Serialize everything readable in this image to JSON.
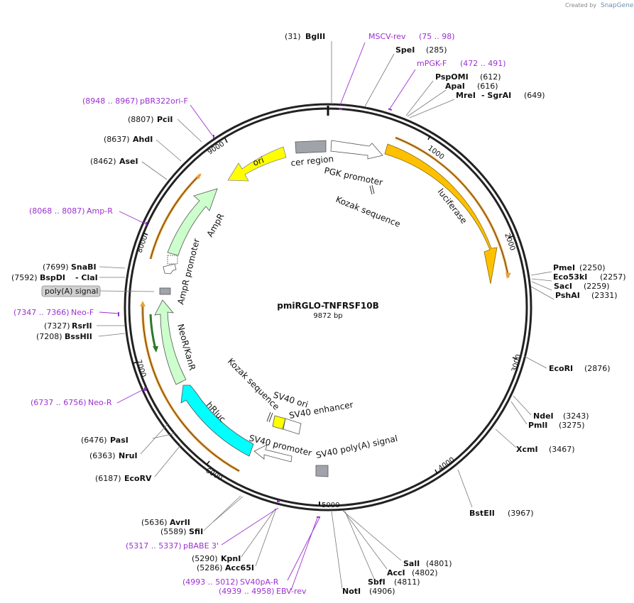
{
  "credit": {
    "created_by": "Created by",
    "brand": "SnapGene"
  },
  "plasmid": {
    "name": "pmiRGLO-TNFRSF10B",
    "length": "9872 bp"
  },
  "ticks": [
    "1000",
    "2000",
    "3000",
    "4000",
    "5000",
    "6000",
    "7000",
    "8000",
    "9000"
  ],
  "sites": [
    {
      "name": "BglII",
      "pos": "(31)"
    },
    {
      "name": "SpeI",
      "pos": "(285)"
    },
    {
      "name": "PspOMI",
      "pos": "(612)"
    },
    {
      "name": "ApaI",
      "pos": "(616)"
    },
    {
      "name": "MreI",
      "pos": ""
    },
    {
      "name": "- SgrAI",
      "pos": "(649)"
    },
    {
      "name": "PmeI",
      "pos": "(2250)"
    },
    {
      "name": "Eco53kI",
      "pos": "(2257)"
    },
    {
      "name": "SacI",
      "pos": "(2259)"
    },
    {
      "name": "PshAI",
      "pos": "(2331)"
    },
    {
      "name": "EcoRI",
      "pos": "(2876)"
    },
    {
      "name": "NdeI",
      "pos": "(3243)"
    },
    {
      "name": "PmlI",
      "pos": "(3275)"
    },
    {
      "name": "XcmI",
      "pos": "(3467)"
    },
    {
      "name": "BstEII",
      "pos": "(3967)"
    },
    {
      "name": "SalI",
      "pos": "(4801)"
    },
    {
      "name": "AccI",
      "pos": "(4802)"
    },
    {
      "name": "SbfI",
      "pos": "(4811)"
    },
    {
      "name": "NotI",
      "pos": "(4906)"
    },
    {
      "name": "KpnI",
      "pos": "(5290)"
    },
    {
      "name": "Acc65I",
      "pos": "(5286)"
    },
    {
      "name": "AvrII",
      "pos": "(5636)"
    },
    {
      "name": "SfiI",
      "pos": "(5589)"
    },
    {
      "name": "PasI",
      "pos": "(6476)"
    },
    {
      "name": "NruI",
      "pos": "(6363)"
    },
    {
      "name": "EcoRV",
      "pos": "(6187)"
    },
    {
      "name": "SnaBI",
      "pos": "(7699)"
    },
    {
      "name": "BspDI",
      "pos": "(7592)"
    },
    {
      "name": "- ClaI",
      "pos": ""
    },
    {
      "name": "RsrII",
      "pos": "(7327)"
    },
    {
      "name": "BssHII",
      "pos": "(7208)"
    },
    {
      "name": "AseI",
      "pos": "(8462)"
    },
    {
      "name": "AhdI",
      "pos": "(8637)"
    },
    {
      "name": "PciI",
      "pos": "(8807)"
    }
  ],
  "primers": [
    {
      "name": "MSCV-rev",
      "range": "(75 .. 98)"
    },
    {
      "name": "mPGK-F",
      "range": "(472 .. 491)"
    },
    {
      "name": "pBR322ori-F",
      "range": "(8948 .. 8967)"
    },
    {
      "name": "Amp-R",
      "range": "(8068 .. 8087)"
    },
    {
      "name": "Neo-F",
      "range": "(7347 .. 7366)"
    },
    {
      "name": "Neo-R",
      "range": "(6737 .. 6756)"
    },
    {
      "name": "pBABE 3'",
      "range": "(5317 .. 5337)"
    },
    {
      "name": "SV40pA-R",
      "range": "(4993 .. 5012)"
    },
    {
      "name": "EBV-rev",
      "range": "(4939 .. 4958)"
    }
  ],
  "features": {
    "cer_region": "cer region",
    "pgk_promoter": "PGK promoter",
    "kozak_top": "Kozak sequence",
    "luciferase": "luciferase",
    "ori": "ori",
    "ampr": "AmpR",
    "ampr_promoter": "AmpR promoter",
    "polya_signal": "poly(A) signal",
    "neor_kanr": "NeoR/KanR",
    "hrluc": "hRluc",
    "sv40_promoter": "SV40 promoter",
    "sv40_polya": "SV40 poly(A) signal",
    "kozak_bottom": "Kozak sequence",
    "sv40_ori": "SV40 ori",
    "sv40_enhancer": "SV40 enhancer"
  },
  "colors": {
    "luciferase": "#ffc000",
    "ori": "#ffff00",
    "ampr": "#ccffcc",
    "hrluc": "#00ffff",
    "grey_feature": "#a0a4aa",
    "primer": "#9b30d0",
    "orf_arrow": "#f5c060",
    "sv40_ori": "#ffff00"
  }
}
